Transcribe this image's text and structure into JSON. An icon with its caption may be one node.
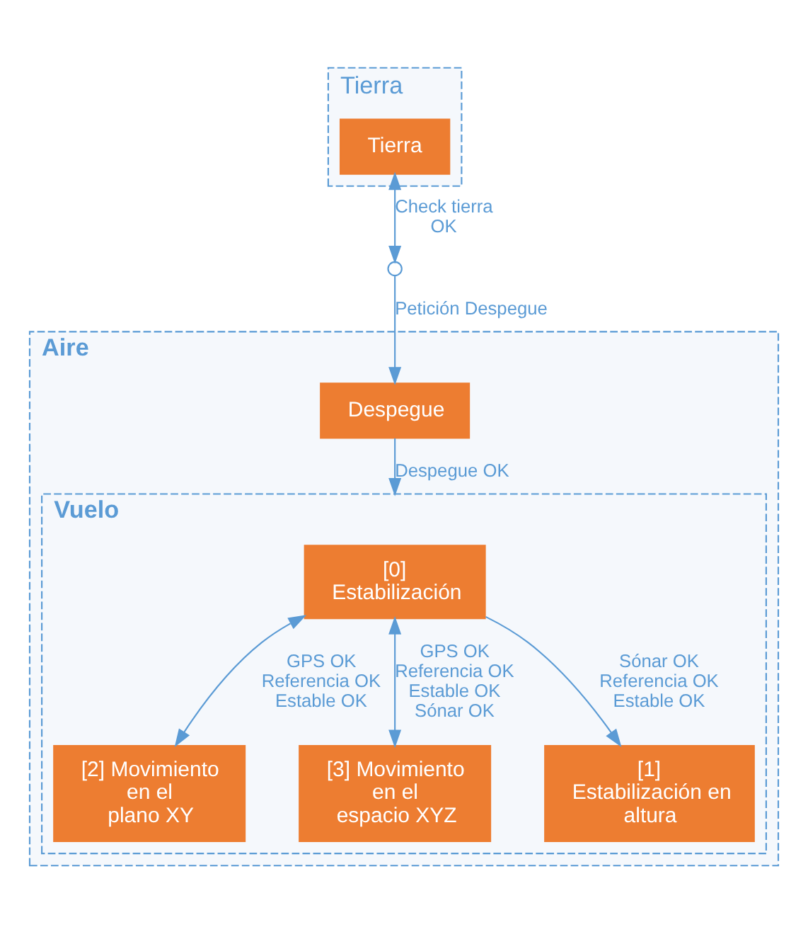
{
  "diagram": {
    "nodes": [
      {
        "text": [
          "Tierra"
        ]
      },
      {
        "text": [
          "Tierra"
        ],
        "in": 0
      },
      {
        "text": [
          "Aire"
        ]
      },
      {
        "text": [],
        "shape": "circle"
      },
      {
        "text": [
          "Despegue"
        ],
        "in": 2
      },
      {
        "text": [
          "Vuelo"
        ],
        "in": 2
      },
      {
        "text": [
          "[0] Estabilización"
        ],
        "in": 5
      },
      {
        "text": [
          "[2] Movimiento en el plano XY"
        ],
        "in": 5
      },
      {
        "text": [
          "[3] Movimiento en el espacio XYZ"
        ],
        "in": 5
      },
      {
        "text": [
          "[1] Estabilización en altura"
        ],
        "in": 5
      }
    ],
    "edges": [
      {
        "from": 1,
        "to": 3,
        "arrow": "both",
        "label": "Check tierra OK"
      },
      {
        "from": 3,
        "to": 4,
        "arrow": "to",
        "label": "Petición Despegue"
      },
      {
        "from": 4,
        "to": 5,
        "arrow": "to",
        "label": "Despegue OK"
      },
      {
        "from": 6,
        "to": 7,
        "arrow": "both",
        "label": "GPS OK Referencia OK Estable OK"
      },
      {
        "from": 6,
        "to": 8,
        "arrow": "both",
        "label": "GPS OK Referencia OK Estable OK Sónar OK"
      },
      {
        "from": 6,
        "to": 9,
        "arrow": "to",
        "label": "Sónar OK Referencia OK Estable OK"
      }
    ]
  }
}
